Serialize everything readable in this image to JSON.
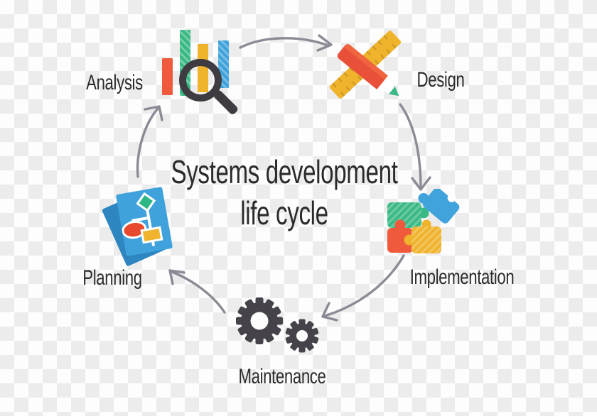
{
  "title": {
    "line1": "Systems development",
    "line2": "life cycle"
  },
  "stages": [
    {
      "id": "analysis",
      "label": "Analysis",
      "icon": "bar-chart-magnifier-icon"
    },
    {
      "id": "design",
      "label": "Design",
      "icon": "ruler-pencil-icon"
    },
    {
      "id": "implementation",
      "label": "Implementation",
      "icon": "puzzle-pieces-icon"
    },
    {
      "id": "maintenance",
      "label": "Maintenance",
      "icon": "gears-icon"
    },
    {
      "id": "planning",
      "label": "Planning",
      "icon": "flowchart-document-icon"
    }
  ],
  "connections": [
    {
      "from": "Analysis",
      "to": "Design"
    },
    {
      "from": "Design",
      "to": "Implementation"
    },
    {
      "from": "Implementation",
      "to": "Maintenance"
    },
    {
      "from": "Maintenance",
      "to": "Planning"
    },
    {
      "from": "Planning",
      "to": "Analysis"
    }
  ],
  "colors": {
    "text": "#2b2b2b",
    "arrow": "#8b8b95",
    "orange": "#ee5a3b",
    "green": "#3bb985",
    "yellow": "#efb32c",
    "blue": "#41a3dc",
    "dark_gray": "#454349",
    "card_blue": "#3fa2dc",
    "card_blue_dark": "#2d86bf",
    "checker_light": "#fdfdfd",
    "checker_gray": "#ececec"
  }
}
